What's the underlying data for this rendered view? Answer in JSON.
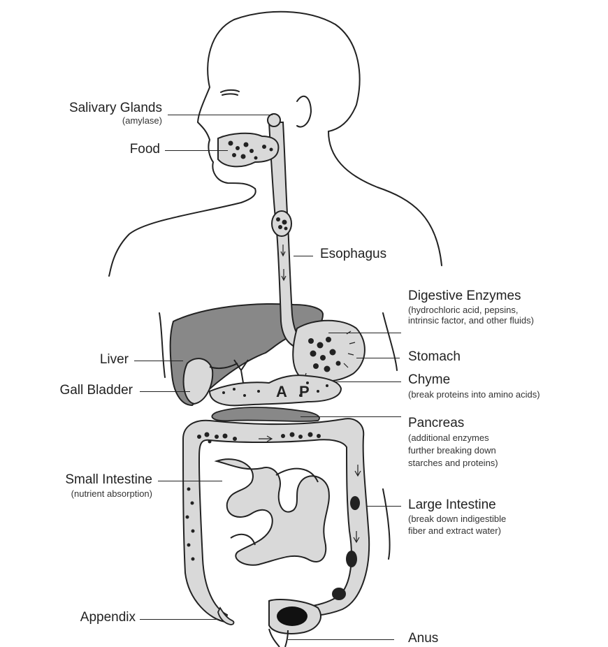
{
  "labels": {
    "salivary_glands": {
      "name": "Salivary Glands",
      "note": "(amylase)"
    },
    "food": {
      "name": "Food"
    },
    "esophagus": {
      "name": "Esophagus"
    },
    "digestive_enzymes": {
      "name": "Digestive Enzymes",
      "note_lines": [
        "(hydrochloric acid, pepsins,",
        "intrinsic factor, and other fluids)"
      ]
    },
    "liver": {
      "name": "Liver"
    },
    "stomach": {
      "name": "Stomach"
    },
    "gall_bladder": {
      "name": "Gall Bladder"
    },
    "chyme": {
      "name": "Chyme",
      "note": "(break proteins into amino acids)"
    },
    "pancreas": {
      "name": "Pancreas",
      "note_lines": [
        "(additional enzymes",
        "further breaking down",
        "starches and proteins)"
      ]
    },
    "small_intestine": {
      "name": "Small Intestine",
      "note": "(nutrient absorption)"
    },
    "large_intestine": {
      "name": "Large Intestine",
      "note_lines": [
        "(break down indigestible",
        "fiber and extract water)"
      ]
    },
    "appendix": {
      "name": "Appendix"
    },
    "anus": {
      "name": "Anus"
    }
  },
  "organ_marks": {
    "a": "A",
    "p": "P"
  },
  "colors": {
    "organ_fill": "#888888",
    "light_fill": "#d9d9d9",
    "outline": "#222222"
  }
}
